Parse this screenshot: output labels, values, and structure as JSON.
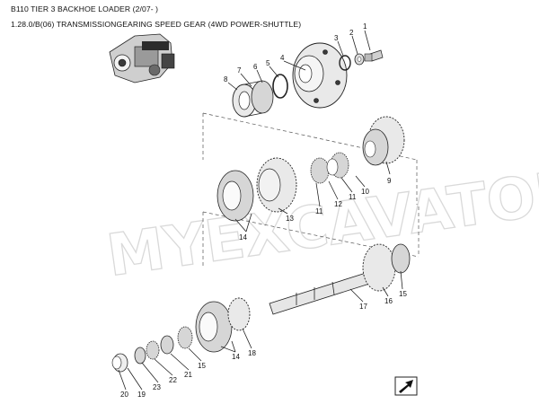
{
  "header": {
    "title": "B110 TIER 3 BACKHOE LOADER (2/07- )",
    "subtitle": "1.28.0/B(06) TRANSMISSIONGEARING SPEED GEAR (4WD POWER-SHUTTLE)"
  },
  "watermark": "MYEXCAVATOR.RU",
  "callouts": {
    "c1": "1",
    "c2": "2",
    "c3": "3",
    "c4": "4",
    "c5": "5",
    "c6": "6",
    "c7": "7",
    "c8": "8",
    "c9": "9",
    "c10": "10",
    "c11a": "11",
    "c11b": "11",
    "c12": "12",
    "c13": "13",
    "c14a": "14",
    "c14b": "14",
    "c15a": "15",
    "c15b": "15",
    "c16": "16",
    "c17": "17",
    "c18": "18",
    "c19": "19",
    "c20": "20",
    "c21": "21",
    "c22": "22",
    "c23": "23"
  },
  "icons": {
    "thumbnail": "transmission-thumbnail-icon",
    "navigation": "next-page-arrow-icon"
  }
}
